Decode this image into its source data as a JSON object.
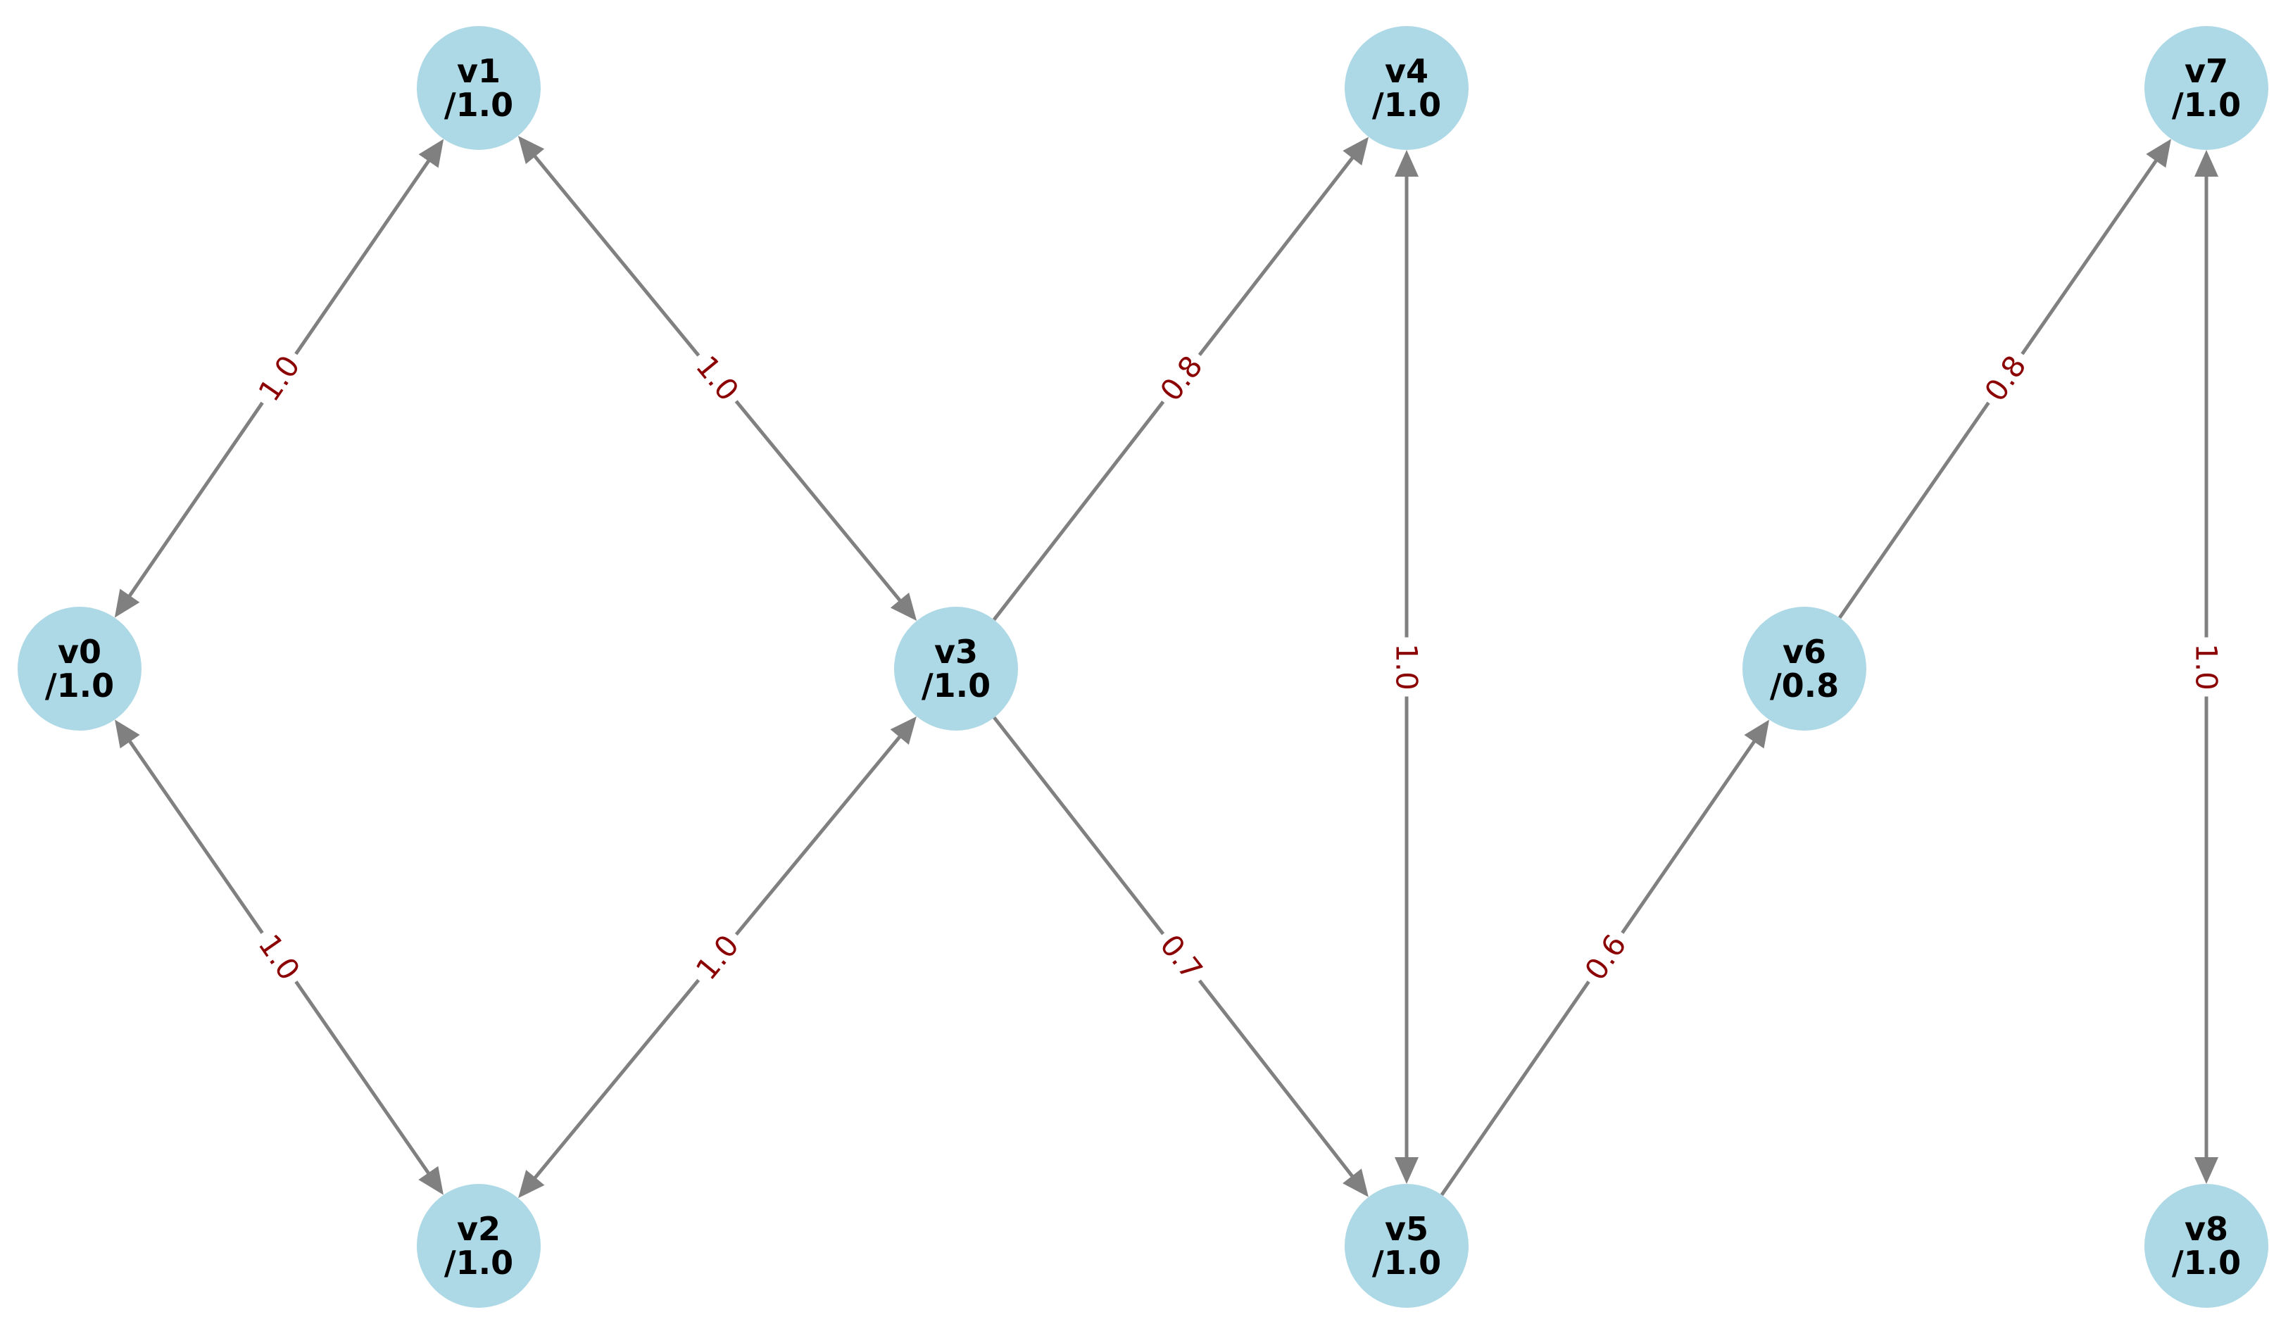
{
  "colors": {
    "node_fill": "#add8e6",
    "edge": "#808080",
    "edge_label": "#8b0000",
    "node_text": "#000000"
  },
  "nodes": [
    {
      "id": "v0",
      "name": "v0",
      "value": "/1.0"
    },
    {
      "id": "v1",
      "name": "v1",
      "value": "/1.0"
    },
    {
      "id": "v2",
      "name": "v2",
      "value": "/1.0"
    },
    {
      "id": "v3",
      "name": "v3",
      "value": "/1.0"
    },
    {
      "id": "v4",
      "name": "v4",
      "value": "/1.0"
    },
    {
      "id": "v5",
      "name": "v5",
      "value": "/1.0"
    },
    {
      "id": "v6",
      "name": "v6",
      "value": "/0.8"
    },
    {
      "id": "v7",
      "name": "v7",
      "value": "/1.0"
    },
    {
      "id": "v8",
      "name": "v8",
      "value": "/1.0"
    }
  ],
  "edges": [
    {
      "from": "v0",
      "to": "v1",
      "label": "1.0",
      "bidirectional": true
    },
    {
      "from": "v0",
      "to": "v2",
      "label": "1.0",
      "bidirectional": true
    },
    {
      "from": "v1",
      "to": "v3",
      "label": "1.0",
      "bidirectional": true
    },
    {
      "from": "v2",
      "to": "v3",
      "label": "1.0",
      "bidirectional": true
    },
    {
      "from": "v3",
      "to": "v4",
      "label": "0.8",
      "bidirectional": false
    },
    {
      "from": "v3",
      "to": "v5",
      "label": "0.7",
      "bidirectional": false
    },
    {
      "from": "v4",
      "to": "v5",
      "label": "1.0",
      "bidirectional": true
    },
    {
      "from": "v5",
      "to": "v6",
      "label": "0.6",
      "bidirectional": false
    },
    {
      "from": "v6",
      "to": "v7",
      "label": "0.8",
      "bidirectional": false
    },
    {
      "from": "v7",
      "to": "v8",
      "label": "1.0",
      "bidirectional": true
    }
  ]
}
